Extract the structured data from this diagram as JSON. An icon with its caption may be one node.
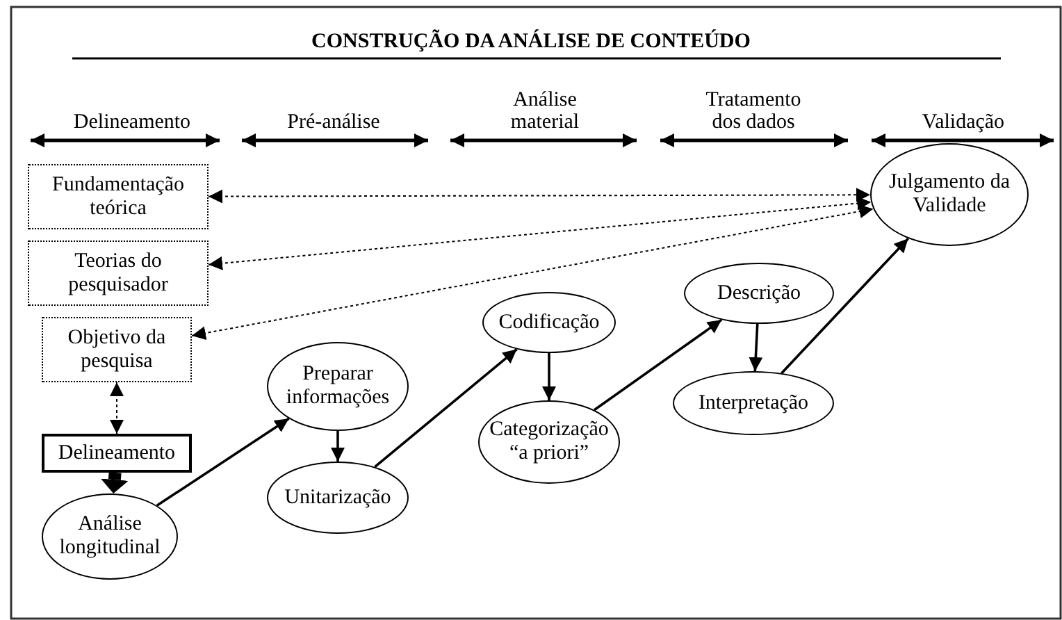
{
  "diagram": {
    "title": "CONSTRUÇÃO DA ANÁLISE DE CONTEÚDO",
    "nodes": [
      {
        "text": [
          "Fundamentação teórica"
        ]
      },
      {
        "text": [
          "Teorias do pesquisador"
        ]
      },
      {
        "text": [
          "Objetivo da pesquisa"
        ]
      },
      {
        "text": [
          "Delineamento"
        ]
      },
      {
        "text": [
          "Análise longitudinal"
        ]
      },
      {
        "text": [
          "Preparar informações"
        ]
      },
      {
        "text": [
          "Unitarização"
        ]
      },
      {
        "text": [
          "Codificação"
        ]
      },
      {
        "text": [
          "Categorização “a priori”"
        ]
      },
      {
        "text": [
          "Descrição"
        ]
      },
      {
        "text": [
          "Interpretação"
        ]
      },
      {
        "text": [
          "Julgamento da Validade"
        ]
      }
    ],
    "edges": [
      {
        "from": 0,
        "to": 11,
        "arrow": "both",
        "style": "dashed"
      },
      {
        "from": 1,
        "to": 11,
        "arrow": "both",
        "style": "dashed"
      },
      {
        "from": 2,
        "to": 11,
        "arrow": "both",
        "style": "dashed"
      },
      {
        "from": 2,
        "to": 3,
        "arrow": "both",
        "style": "dashed"
      },
      {
        "from": 3,
        "to": 4,
        "arrow": "to",
        "style": "thick"
      },
      {
        "from": 4,
        "to": 5,
        "arrow": "to"
      },
      {
        "from": 5,
        "to": 6,
        "arrow": "to"
      },
      {
        "from": 6,
        "to": 7,
        "arrow": "to"
      },
      {
        "from": 7,
        "to": 8,
        "arrow": "to"
      },
      {
        "from": 8,
        "to": 9,
        "arrow": "to"
      },
      {
        "from": 9,
        "to": 10,
        "arrow": "to"
      },
      {
        "from": 10,
        "to": 11,
        "arrow": "to"
      }
    ],
    "labels": [
      "Delineamento",
      "Pré-análise",
      "Análise material",
      "Tratamento dos dados",
      "Validação"
    ]
  }
}
